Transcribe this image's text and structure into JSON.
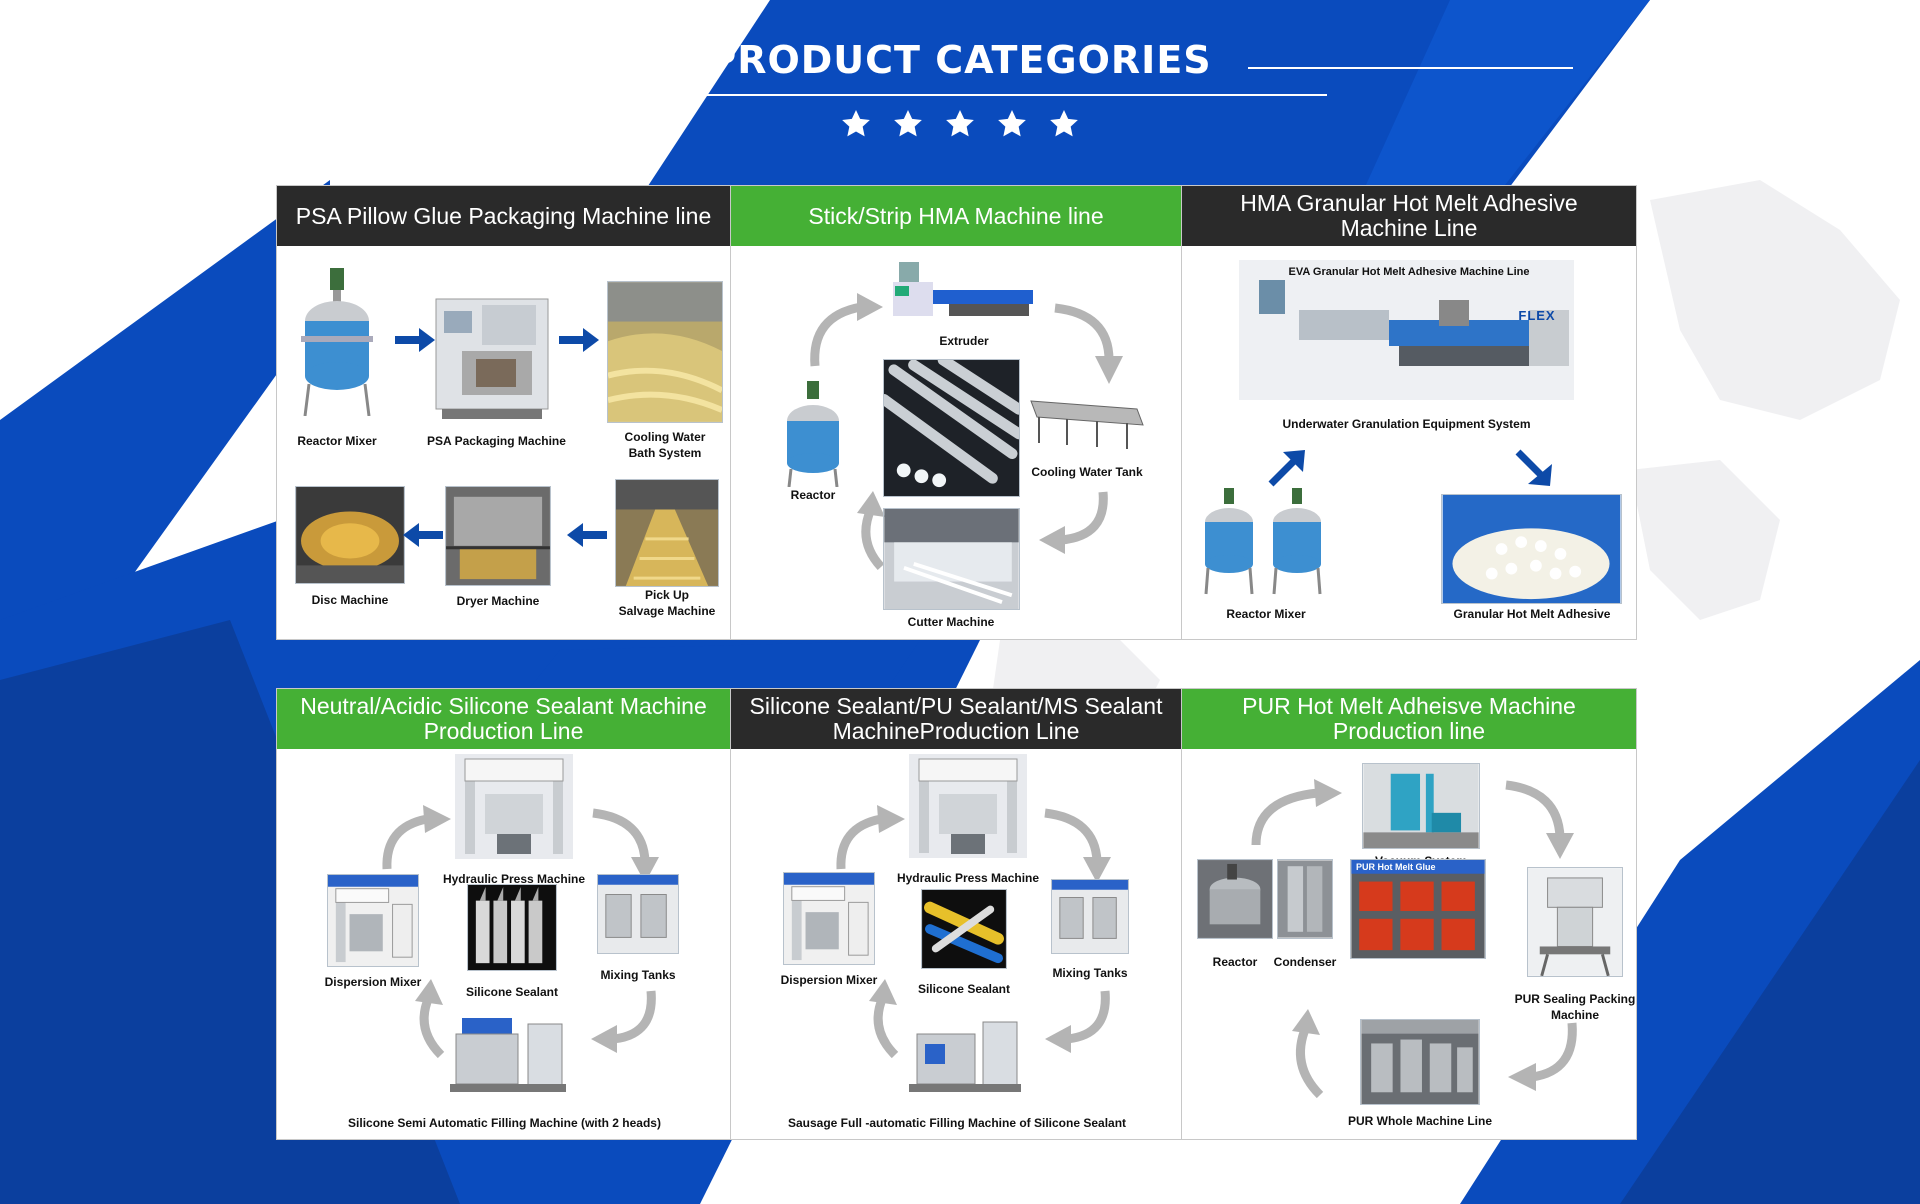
{
  "page": {
    "title": "PRODUCT CATEGORIES",
    "stars": 5,
    "colors": {
      "blue": "#0a4bbd",
      "green": "#45b035",
      "dark": "#2a2a2a",
      "arrow_blue": "#0d4aa8",
      "arrow_gray": "#b4b4b4"
    }
  },
  "panels": [
    {
      "title": "PSA Pillow Glue Packaging Machine line",
      "items": [
        "Reactor Mixer",
        "PSA Packaging Machine",
        "Cooling Water\nBath System",
        "Disc Machine",
        "Dryer Machine",
        "Pick Up\nSalvage Machine"
      ]
    },
    {
      "title": "Stick/Strip HMA Machine line",
      "items": [
        "Extruder",
        "Reactor",
        "Cooling Water Tank",
        "Cutter Machine"
      ]
    },
    {
      "title": "HMA Granular Hot Melt Adhesive\nMachine Line",
      "image_caption": "EVA Granular Hot Melt Adhesive Machine Line",
      "logo": "FLEX",
      "items": [
        "Underwater Granulation Equipment System",
        "Reactor Mixer",
        "Granular Hot Melt Adhesive"
      ]
    },
    {
      "title": "Neutral/Acidic Silicone Sealant Machine\nProduction Line",
      "items": [
        "Hydraulic Press Machine",
        "Dispersion Mixer",
        "Silicone Sealant",
        "Mixing Tanks",
        "Silicone Semi Automatic Filling Machine (with 2 heads)"
      ]
    },
    {
      "title": "Silicone Sealant/PU Sealant/MS Sealant\nMachineProduction Line",
      "items": [
        "Hydraulic Press Machine",
        "Dispersion Mixer",
        "Silicone Sealant",
        "Mixing Tanks",
        "Sausage Full -automatic Filling Machine of Silicone Sealant"
      ]
    },
    {
      "title": "PUR Hot Melt Adheisve Machine\nProduction line",
      "image_caption": "PUR Hot Melt Glue",
      "items": [
        "Vacuum System",
        "Reactor",
        "Condenser",
        "PUR Sealing Packing\nMachine",
        "PUR Whole Machine Line"
      ]
    }
  ]
}
